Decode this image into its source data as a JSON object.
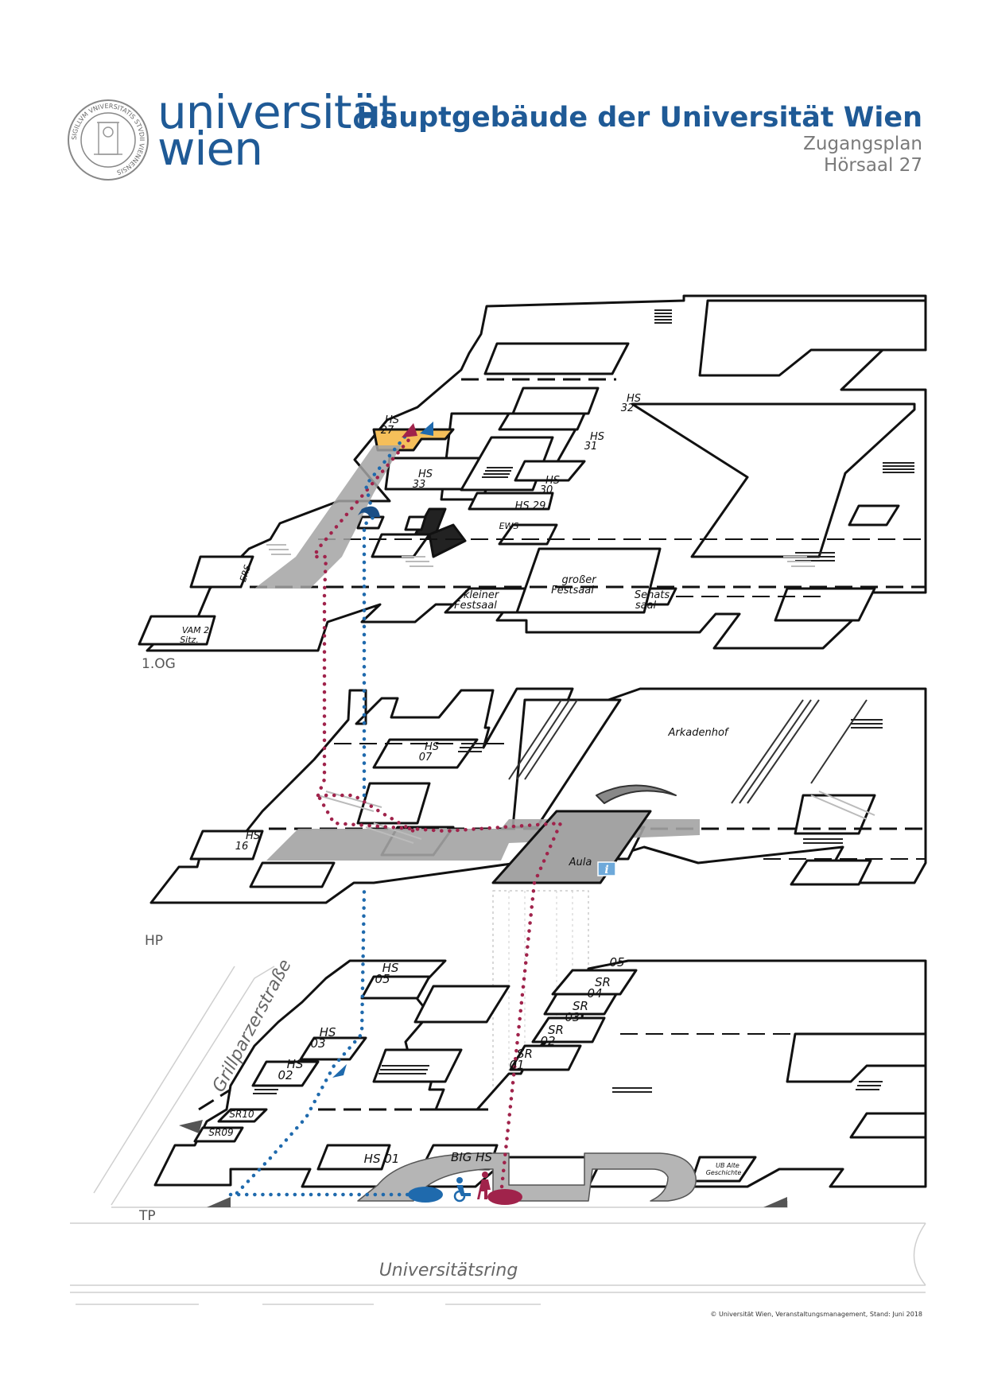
{
  "header": {
    "logo_line1": "universität",
    "logo_line2": "wien",
    "seal_text": "SIGILLVM VNIVERSITATIS STVDII VIENNENSIS",
    "title": "Hauptgebäude der Universität Wien",
    "subtitle1": "Zugangsplan",
    "subtitle2": "Hörsaal 27"
  },
  "colors": {
    "brand_blue": "#1f5a96",
    "route_red": "#a0234b",
    "route_blue": "#1f6aad",
    "target_room": "#f5bf5a",
    "highlight_grey": "#a3a3a3",
    "info_blue": "#6ea9da"
  },
  "floors": {
    "og": "1.OG",
    "hp": "HP",
    "tp": "TP"
  },
  "rooms_og": {
    "hs27_a": "HS",
    "hs27_b": "27",
    "hs32_a": "HS",
    "hs32_b": "32",
    "hs31_a": "HS",
    "hs31_b": "31",
    "hs33_a": "HS",
    "hs33_b": "33",
    "hs30_a": "HS",
    "hs30_b": "30",
    "hs29": "HS 29",
    "ews": "EWS",
    "ers": "ERS",
    "grosser_a": "großer",
    "grosser_b": "Festsaal",
    "kleiner_a": "kleiner",
    "kleiner_b": "Festsaal",
    "senats_a": "Senats",
    "senats_b": "saal",
    "vam_a": "VAM 2",
    "vam_b": "Sitz."
  },
  "rooms_hp": {
    "hs07_a": "HS",
    "hs07_b": "07",
    "hs16_a": "HS",
    "hs16_b": "16",
    "arkadenhof": "Arkadenhof",
    "aula": "Aula",
    "info": "i"
  },
  "rooms_tp": {
    "hs05_a": "HS",
    "hs05_b": "05",
    "hs03_a": "HS",
    "hs03_b": "03",
    "hs02_a": "HS",
    "hs02_b": "02",
    "sr10": "SR10",
    "sr09": "SR09",
    "sr05_b": "05",
    "sr04_a": "SR",
    "sr04_b": "04",
    "sr03_a": "SR",
    "sr03_b": "03",
    "sr02_a": "SR",
    "sr02_b": "02",
    "sr01_a": "SR",
    "sr01_b": "01",
    "hs01": "HS 01",
    "big_hs": "BIG HS",
    "ub_a": "UB Alte",
    "ub_b": "Geschichte"
  },
  "streets": {
    "grillparzer": "Grillparzerstraße",
    "ring": "Universitätsring"
  },
  "footer": "© Universität Wien, Veranstaltungsmanagement, Stand: Juni 2018"
}
